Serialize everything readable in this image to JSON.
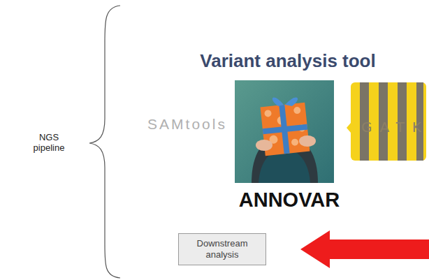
{
  "diagram": {
    "nodes": [
      {
        "text": [
          "Downstream analysis"
        ]
      }
    ],
    "labels": [
      "NGS pipeline",
      "Variant analysis tool",
      "SAMtools",
      "GATK",
      "ANNOVAR"
    ]
  }
}
